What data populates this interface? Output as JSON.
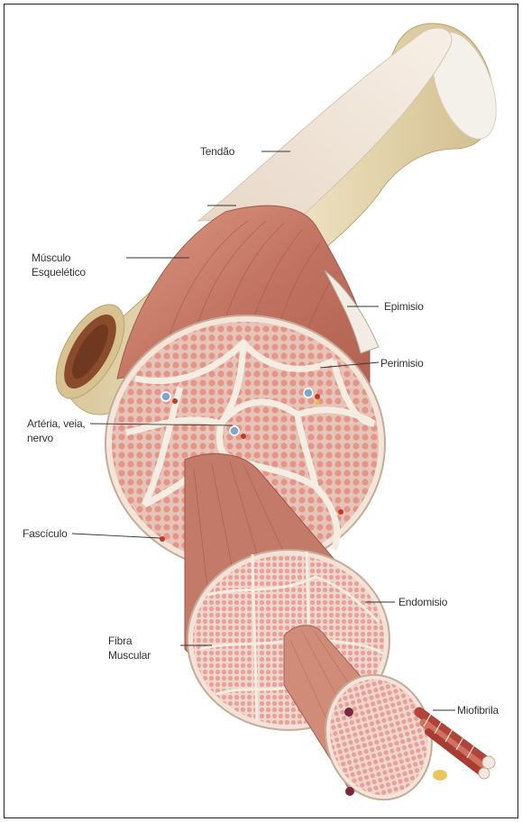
{
  "labels": {
    "tendao": "Tendão",
    "musculo": "Músculo\nEsquelético",
    "epimisio": "Epimisio",
    "perimisio": "Perimisio",
    "arteria": "Artéria, veia,\nnervo",
    "fasciculo": "Fascículo",
    "endomisio": "Endomisio",
    "fibra": "Fibra\nMuscular",
    "miofibrila": "Miofibrila"
  },
  "colors": {
    "bone": "#e9dcb8",
    "bone_marrow": "#8a4a2c",
    "tendon": "#efe3d6",
    "muscle": "#c77a66",
    "muscle_dark": "#a85a48",
    "fiber": "#e59a90",
    "connective": "#f6ede2",
    "leader_line": "#333333"
  }
}
